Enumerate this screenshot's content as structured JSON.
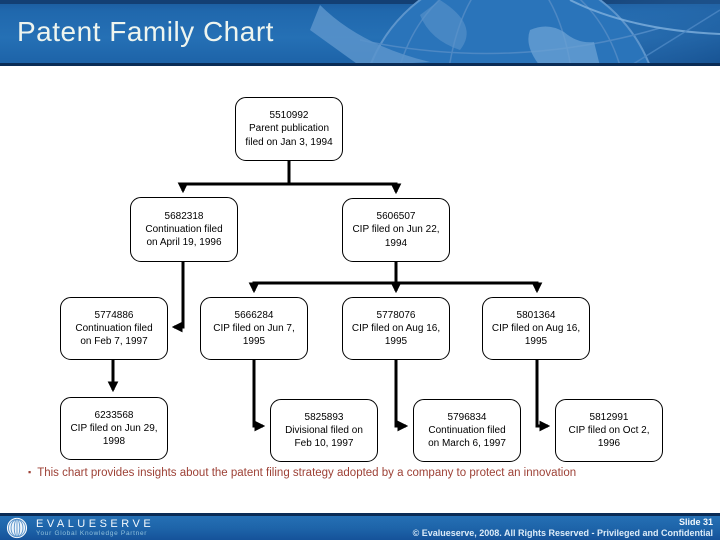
{
  "header": {
    "title": "Patent Family Chart"
  },
  "diagram": {
    "nodes": [
      {
        "id": "5510992",
        "lines": [
          "5510992",
          "Parent publication",
          "filed on Jan 3, 1994"
        ]
      },
      {
        "id": "5682318",
        "lines": [
          "5682318",
          "Continuation filed",
          "on April 19, 1996"
        ]
      },
      {
        "id": "5606507",
        "lines": [
          "5606507",
          "CIP filed on Jun 22,",
          "1994"
        ]
      },
      {
        "id": "5774886",
        "lines": [
          "5774886",
          "Continuation filed",
          "on Feb 7, 1997"
        ]
      },
      {
        "id": "5666284",
        "lines": [
          "5666284",
          "CIP filed on Jun 7,",
          "1995"
        ]
      },
      {
        "id": "5778076",
        "lines": [
          "5778076",
          "CIP filed on Aug 16,",
          "1995"
        ]
      },
      {
        "id": "5801364",
        "lines": [
          "5801364",
          "CIP filed on Aug 16,",
          "1995"
        ]
      },
      {
        "id": "6233568",
        "lines": [
          "6233568",
          "CIP filed on Jun 29,",
          "1998"
        ]
      },
      {
        "id": "5825893",
        "lines": [
          "5825893",
          "Divisional filed on",
          "Feb 10, 1997"
        ]
      },
      {
        "id": "5796834",
        "lines": [
          "5796834",
          "Continuation filed",
          "on March 6, 1997"
        ]
      },
      {
        "id": "5812991",
        "lines": [
          "5812991",
          "CIP filed on Oct 2,",
          "1996"
        ]
      }
    ]
  },
  "note": {
    "bullet": "▪",
    "text": "This chart provides insights about the patent filing strategy adopted by a company to protect an innovation"
  },
  "footer": {
    "logo_text": "EVALUESERVE",
    "tagline": "Your Global Knowledge Partner",
    "slide_label": "Slide 31",
    "copyright": "© Evalueserve, 2008. All Rights Reserved - Privileged and Confidential"
  },
  "colors": {
    "header_blue": "#2570b5",
    "header_border": "#0a2c56",
    "note_text": "#9d4136",
    "connector": "#000000",
    "footer_blue": "#1d63a8",
    "tagline_blue": "#8fc0dc"
  }
}
